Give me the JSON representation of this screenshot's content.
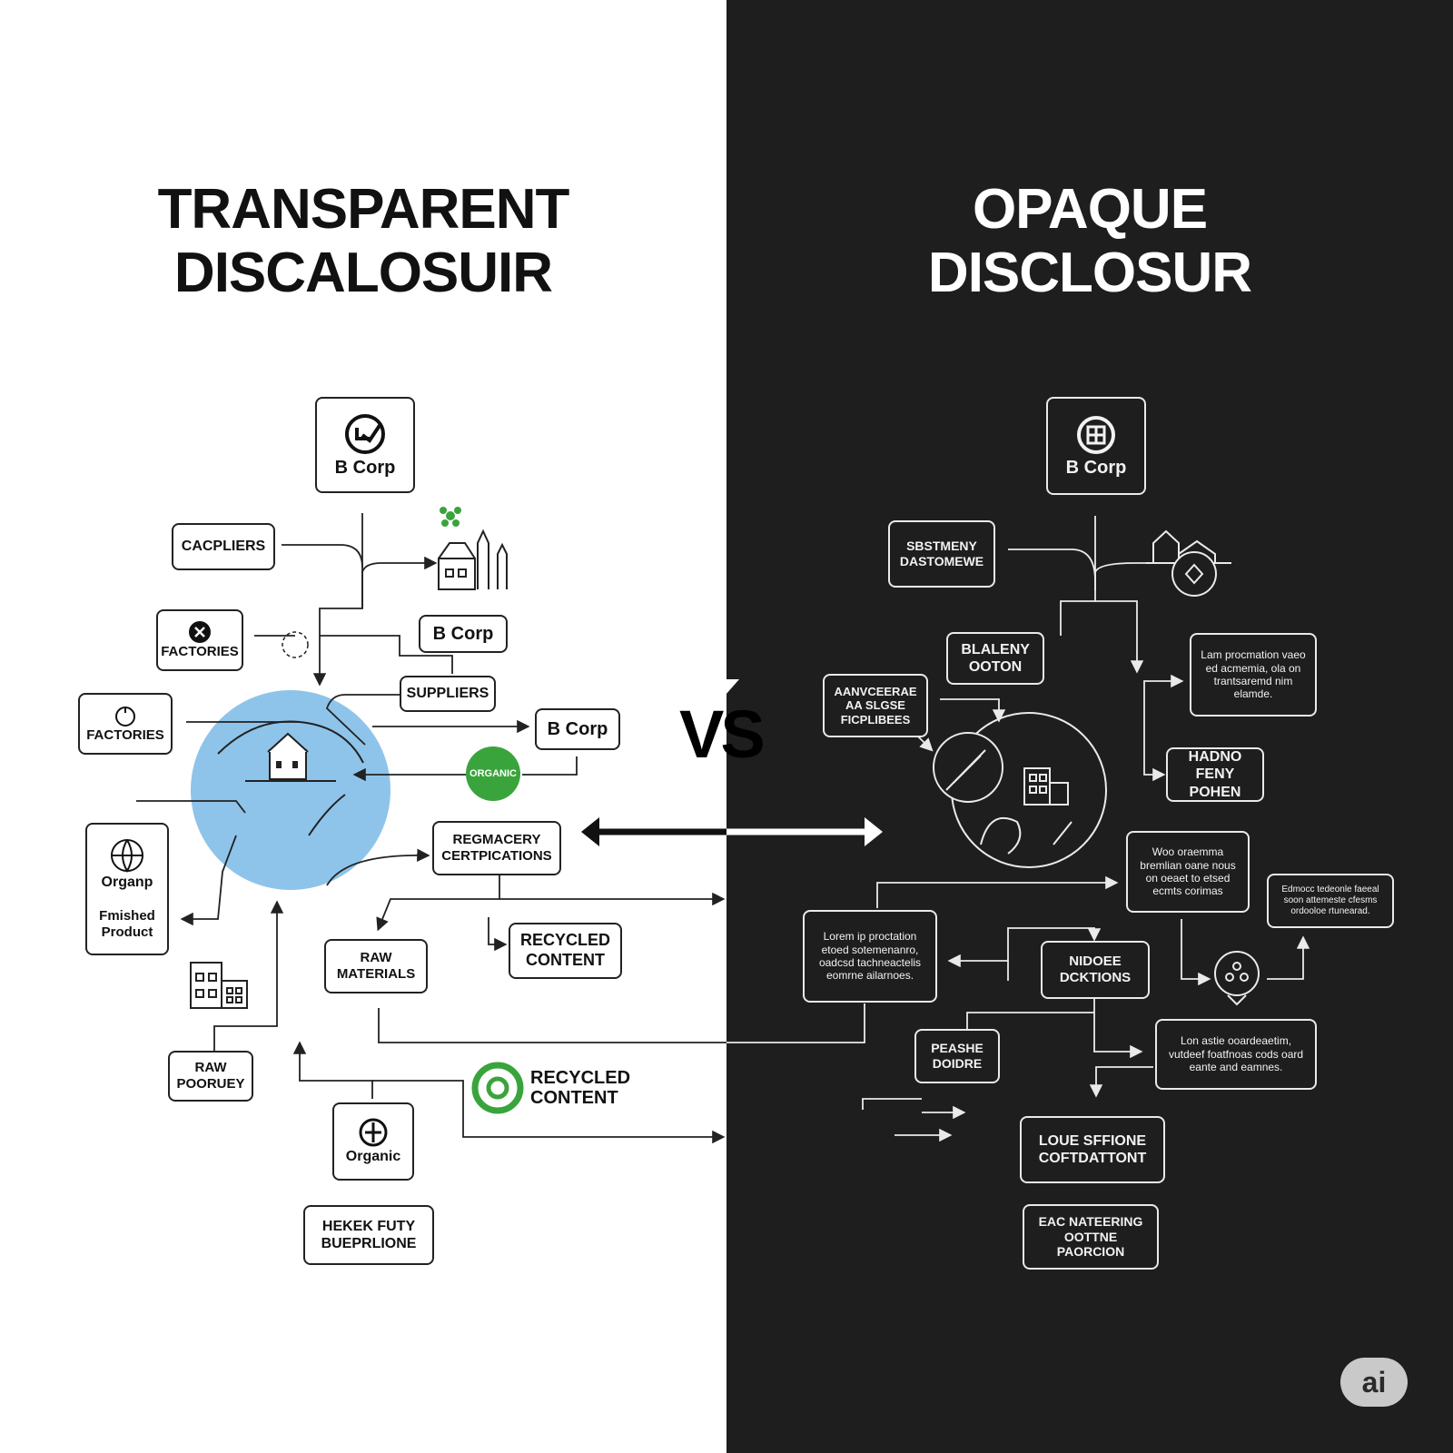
{
  "left": {
    "title_line1": "TRANSPARENT",
    "title_line2": "DISCALOSUIR",
    "nodes": {
      "bcorp_top": "B Corp",
      "cacpliers": "CACPLIERS",
      "factories_small": "FACTORIES",
      "bcorp_mid": "B Corp",
      "suppliers": "SUPPLIERS",
      "factories": "FACTORIES",
      "bcorp_right": "B Corp",
      "organic_badge": "ORGANIC",
      "organp": "Organp",
      "finished_product": "Fmished Product",
      "reg_cert": "REGMACERY CERTPICATIONS",
      "raw_materials": "RAW MATERIALS",
      "recycled_content_box": "RECYCLED CONTENT",
      "raw_poorey": "RAW POORUEY",
      "recycled_content_logo": "RECYCLED CONTENT",
      "organic_bottom": "Organic",
      "hekek_futy": "HEKEK FUTY BUEPRLIONE"
    }
  },
  "vs_label": "VS",
  "right": {
    "title_line1": "OPAQUE",
    "title_line2": "DISCLOSUR",
    "nodes": {
      "bcorp_top": "B Corp",
      "sbstmeny": "SBSTMENY DASTOMEWE",
      "blaleny": "BLALENY OOTON",
      "aanvceerae": "AANVCEERAE AA SLGSE FICPLIBEES",
      "lam_procmation": "Lam procmation vaeo ed acmemia, ola on trantsaremd nim elamde.",
      "hadno_feny": "HADNO FENY POHEN",
      "woo_oraemma": "Woo oraemma bremlian oane nous on oeaet to etsed ecmts corimas",
      "edmocc": "Edmocc tedeonle faeeal soon attemeste cfesms ordooloe rtunearad.",
      "lorem_proctation": "Lorem ip proctation etoed sotemenanro, oadcsd tachneactelis eomrne ailarnoes.",
      "nidoee": "NIDOEE DCKTIONS",
      "peashe": "PEASHE DOIDRE",
      "lon_astie": "Lon astie ooardeaetim, vutdeef foatfnoas cods oard eante and eamnes.",
      "loue_sffione": "LOUE SFFIONE COFTDATTONT",
      "eac_nateering": "EAC NATEERING OOTTNE PAORCION"
    }
  },
  "watermark": "ai",
  "colors": {
    "left_bg": "#ffffff",
    "right_bg": "#1e1e1e",
    "accent_green": "#3aa43c",
    "globe_blue": "#8fc4ea",
    "line_dark": "#222222",
    "line_light": "#eaeaea"
  }
}
